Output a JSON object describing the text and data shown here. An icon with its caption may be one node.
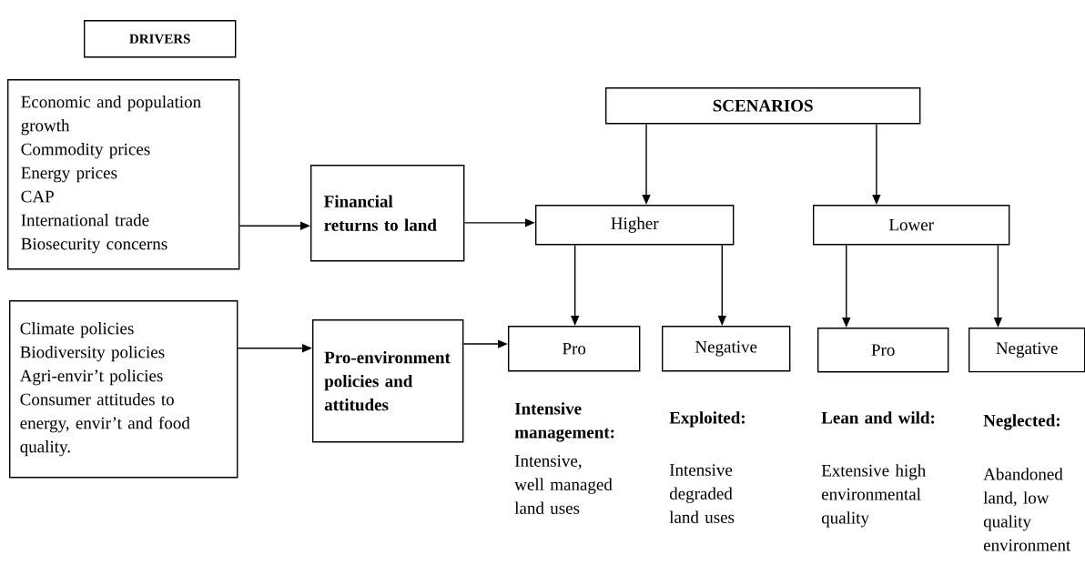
{
  "diagram": {
    "nodes": [
      {
        "text": [
          "DRIVERS"
        ]
      },
      {
        "text": [
          "Economic and population growth",
          "Commodity prices",
          "Energy prices",
          "CAP",
          "International trade",
          "Biosecurity concerns"
        ]
      },
      {
        "text": [
          "Financial returns to land"
        ]
      },
      {
        "text": [
          "SCENARIOS"
        ]
      },
      {
        "text": [
          "Higher"
        ]
      },
      {
        "text": [
          "Lower"
        ]
      },
      {
        "text": [
          "Climate policies",
          "Biodiversity policies",
          "Agri-envir’t policies",
          "Consumer attitudes to energy, envir’t and food quality."
        ]
      },
      {
        "text": [
          "Pro-environment policies and attitudes"
        ]
      },
      {
        "text": [
          "Pro"
        ],
        "beside": [
          "Intensive management:",
          "Intensive, well managed land uses"
        ]
      },
      {
        "text": [
          "Negative"
        ],
        "beside": [
          "Exploited:",
          "Intensive degraded land uses"
        ]
      },
      {
        "text": [
          "Pro"
        ],
        "beside": [
          "Lean and wild:",
          "Extensive high environmental quality"
        ]
      },
      {
        "text": [
          "Negative"
        ],
        "beside": [
          "Neglected:",
          "Abandoned land, low quality environment"
        ]
      }
    ],
    "edges": [
      {
        "from": 1,
        "to": 2,
        "arrow": "to"
      },
      {
        "from": 2,
        "to": 4,
        "arrow": "to"
      },
      {
        "from": 3,
        "to": 4,
        "arrow": "to"
      },
      {
        "from": 3,
        "to": 5,
        "arrow": "to"
      },
      {
        "from": 6,
        "to": 7,
        "arrow": "to"
      },
      {
        "from": 7,
        "to": 8,
        "arrow": "to"
      },
      {
        "from": 4,
        "to": 8,
        "arrow": "to"
      },
      {
        "from": 4,
        "to": 9,
        "arrow": "to"
      },
      {
        "from": 5,
        "to": 10,
        "arrow": "to"
      },
      {
        "from": 5,
        "to": 11,
        "arrow": "to"
      }
    ]
  }
}
